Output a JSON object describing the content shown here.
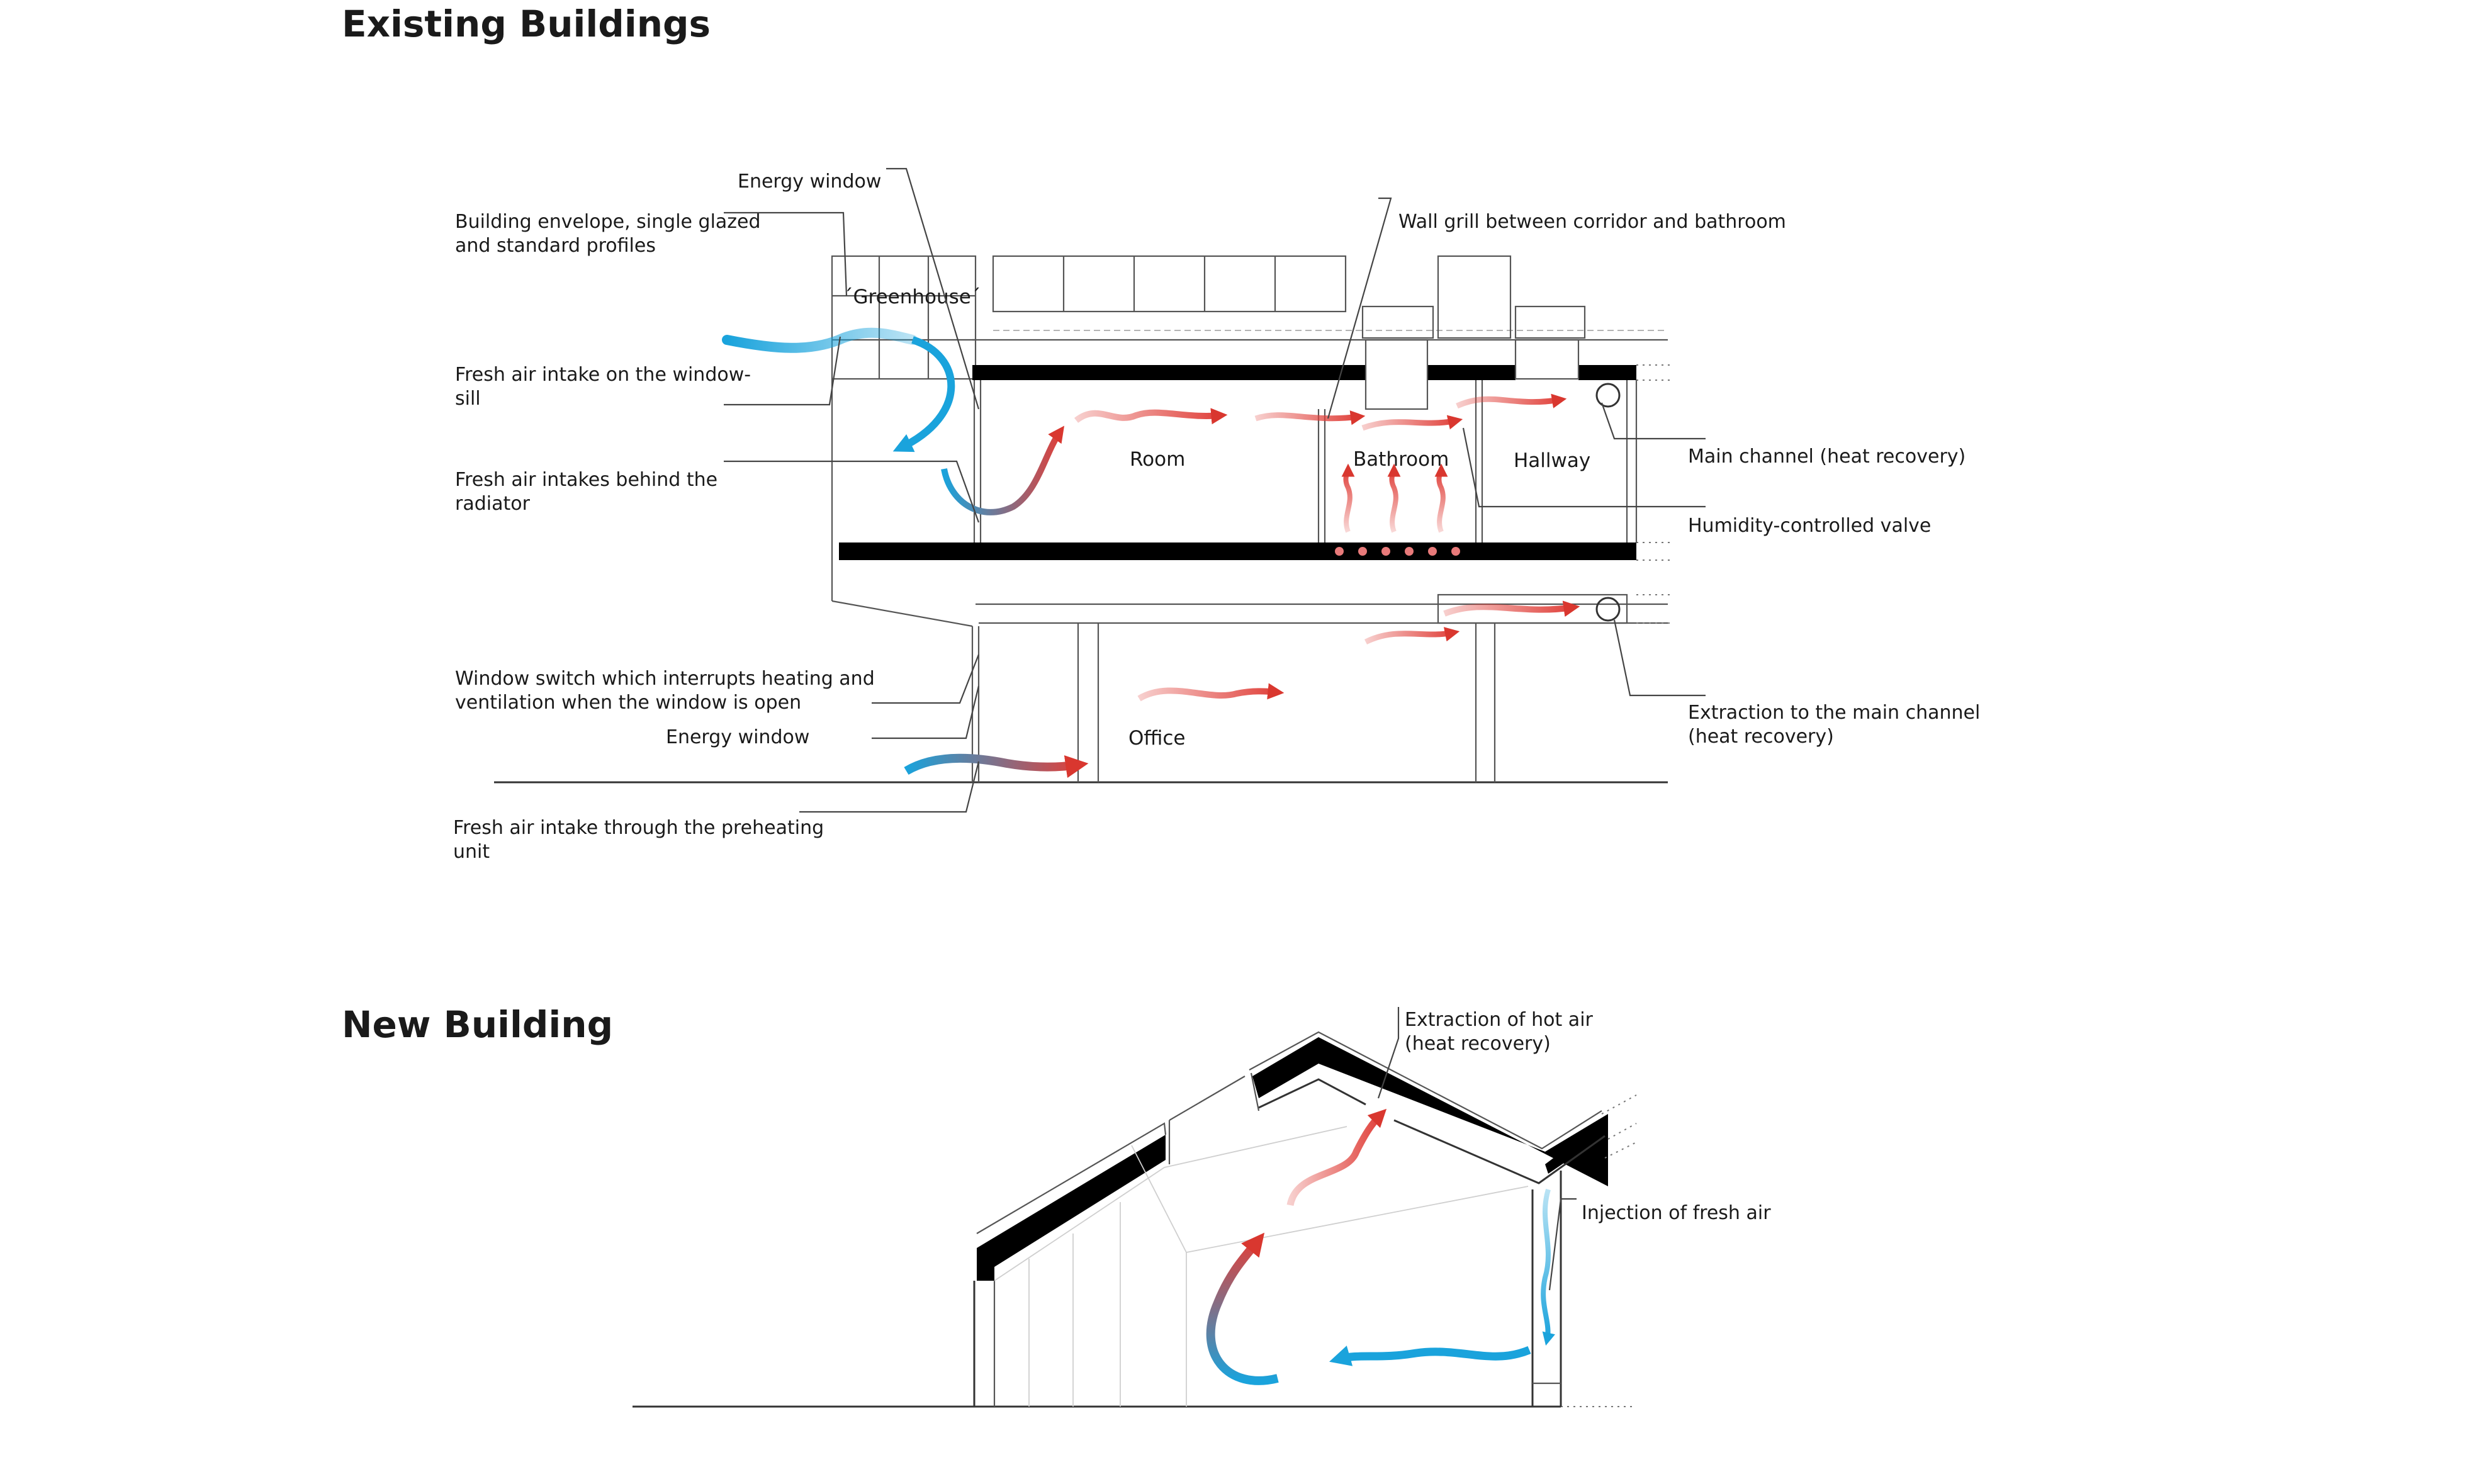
{
  "headings": {
    "existing": "Existing Buildings",
    "new": "New Building"
  },
  "existing": {
    "rooms": {
      "greenhouse": "´Greenhouse´",
      "room": "Room",
      "bathroom": "Bathroom",
      "hallway": "Hallway",
      "office": "Office"
    },
    "labels": {
      "energy_window_top": "Energy window",
      "envelope_l1": "Building envelope, single glazed",
      "envelope_l2": "and standard profiles",
      "sill_l1": "Fresh air intake on the window-",
      "sill_l2": "sill",
      "radiator_l1": "Fresh air intakes behind the",
      "radiator_l2": "radiator",
      "switch_l1": "Window switch which interrupts heating and",
      "switch_l2": "ventilation when the window is open",
      "energy_window_bottom": "Energy window",
      "preheat_l1": "Fresh air intake through the preheating",
      "preheat_l2": "unit",
      "wall_grill": "Wall grill between corridor and bathroom",
      "main_channel": "Main channel (heat recovery)",
      "humidity_valve": "Humidity-controlled valve",
      "extraction_l1": "Extraction to the main channel",
      "extraction_l2": "(heat recovery)"
    }
  },
  "new_building": {
    "labels": {
      "hot_air_l1": "Extraction of hot air",
      "hot_air_l2": "(heat recovery)",
      "fresh_air": "Injection of fresh air"
    }
  },
  "colors": {
    "cold_air": "#1aa3dc",
    "warm_air": "#e0403a",
    "line": "#333333",
    "slab": "#000000"
  }
}
